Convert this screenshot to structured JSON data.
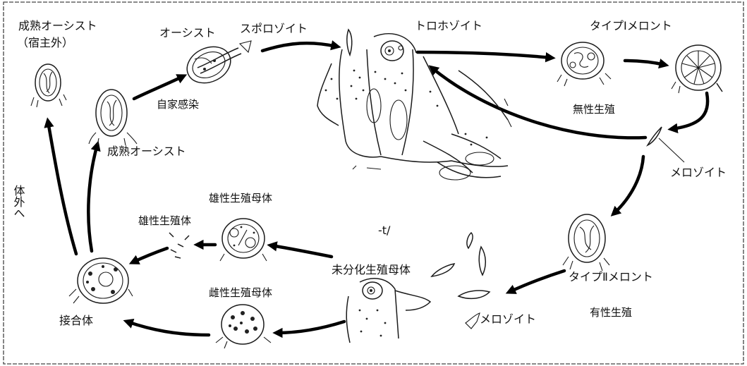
{
  "diagram": {
    "labels": {
      "mature_oocyst_outside": "成熟オーシスト",
      "outside_host": "（宿主外）",
      "oocyst": "オーシスト",
      "sporozoite": "スポロゾイト",
      "trophozoite": "トロホゾイト",
      "type1_meront": "タイプⅠメロント",
      "autoinfection": "自家感染",
      "asexual_reproduction": "無性生殖",
      "mature_oocyst": "成熟オーシスト",
      "merozoite_1": "メロゾイト",
      "excretion_vertical": "体外へ",
      "microgamont": "雄性生殖母体",
      "microgamete": "雄性生殖体",
      "undifferentiated_gamont": "未分化生殖母体",
      "type2_meront": "タイプⅡメロント",
      "macrogamont": "雌性生殖母体",
      "zygote": "接合体",
      "merozoite_2": "メロゾイト",
      "sexual_reproduction": "有性生殖",
      "stray_mark": "-t/"
    }
  }
}
